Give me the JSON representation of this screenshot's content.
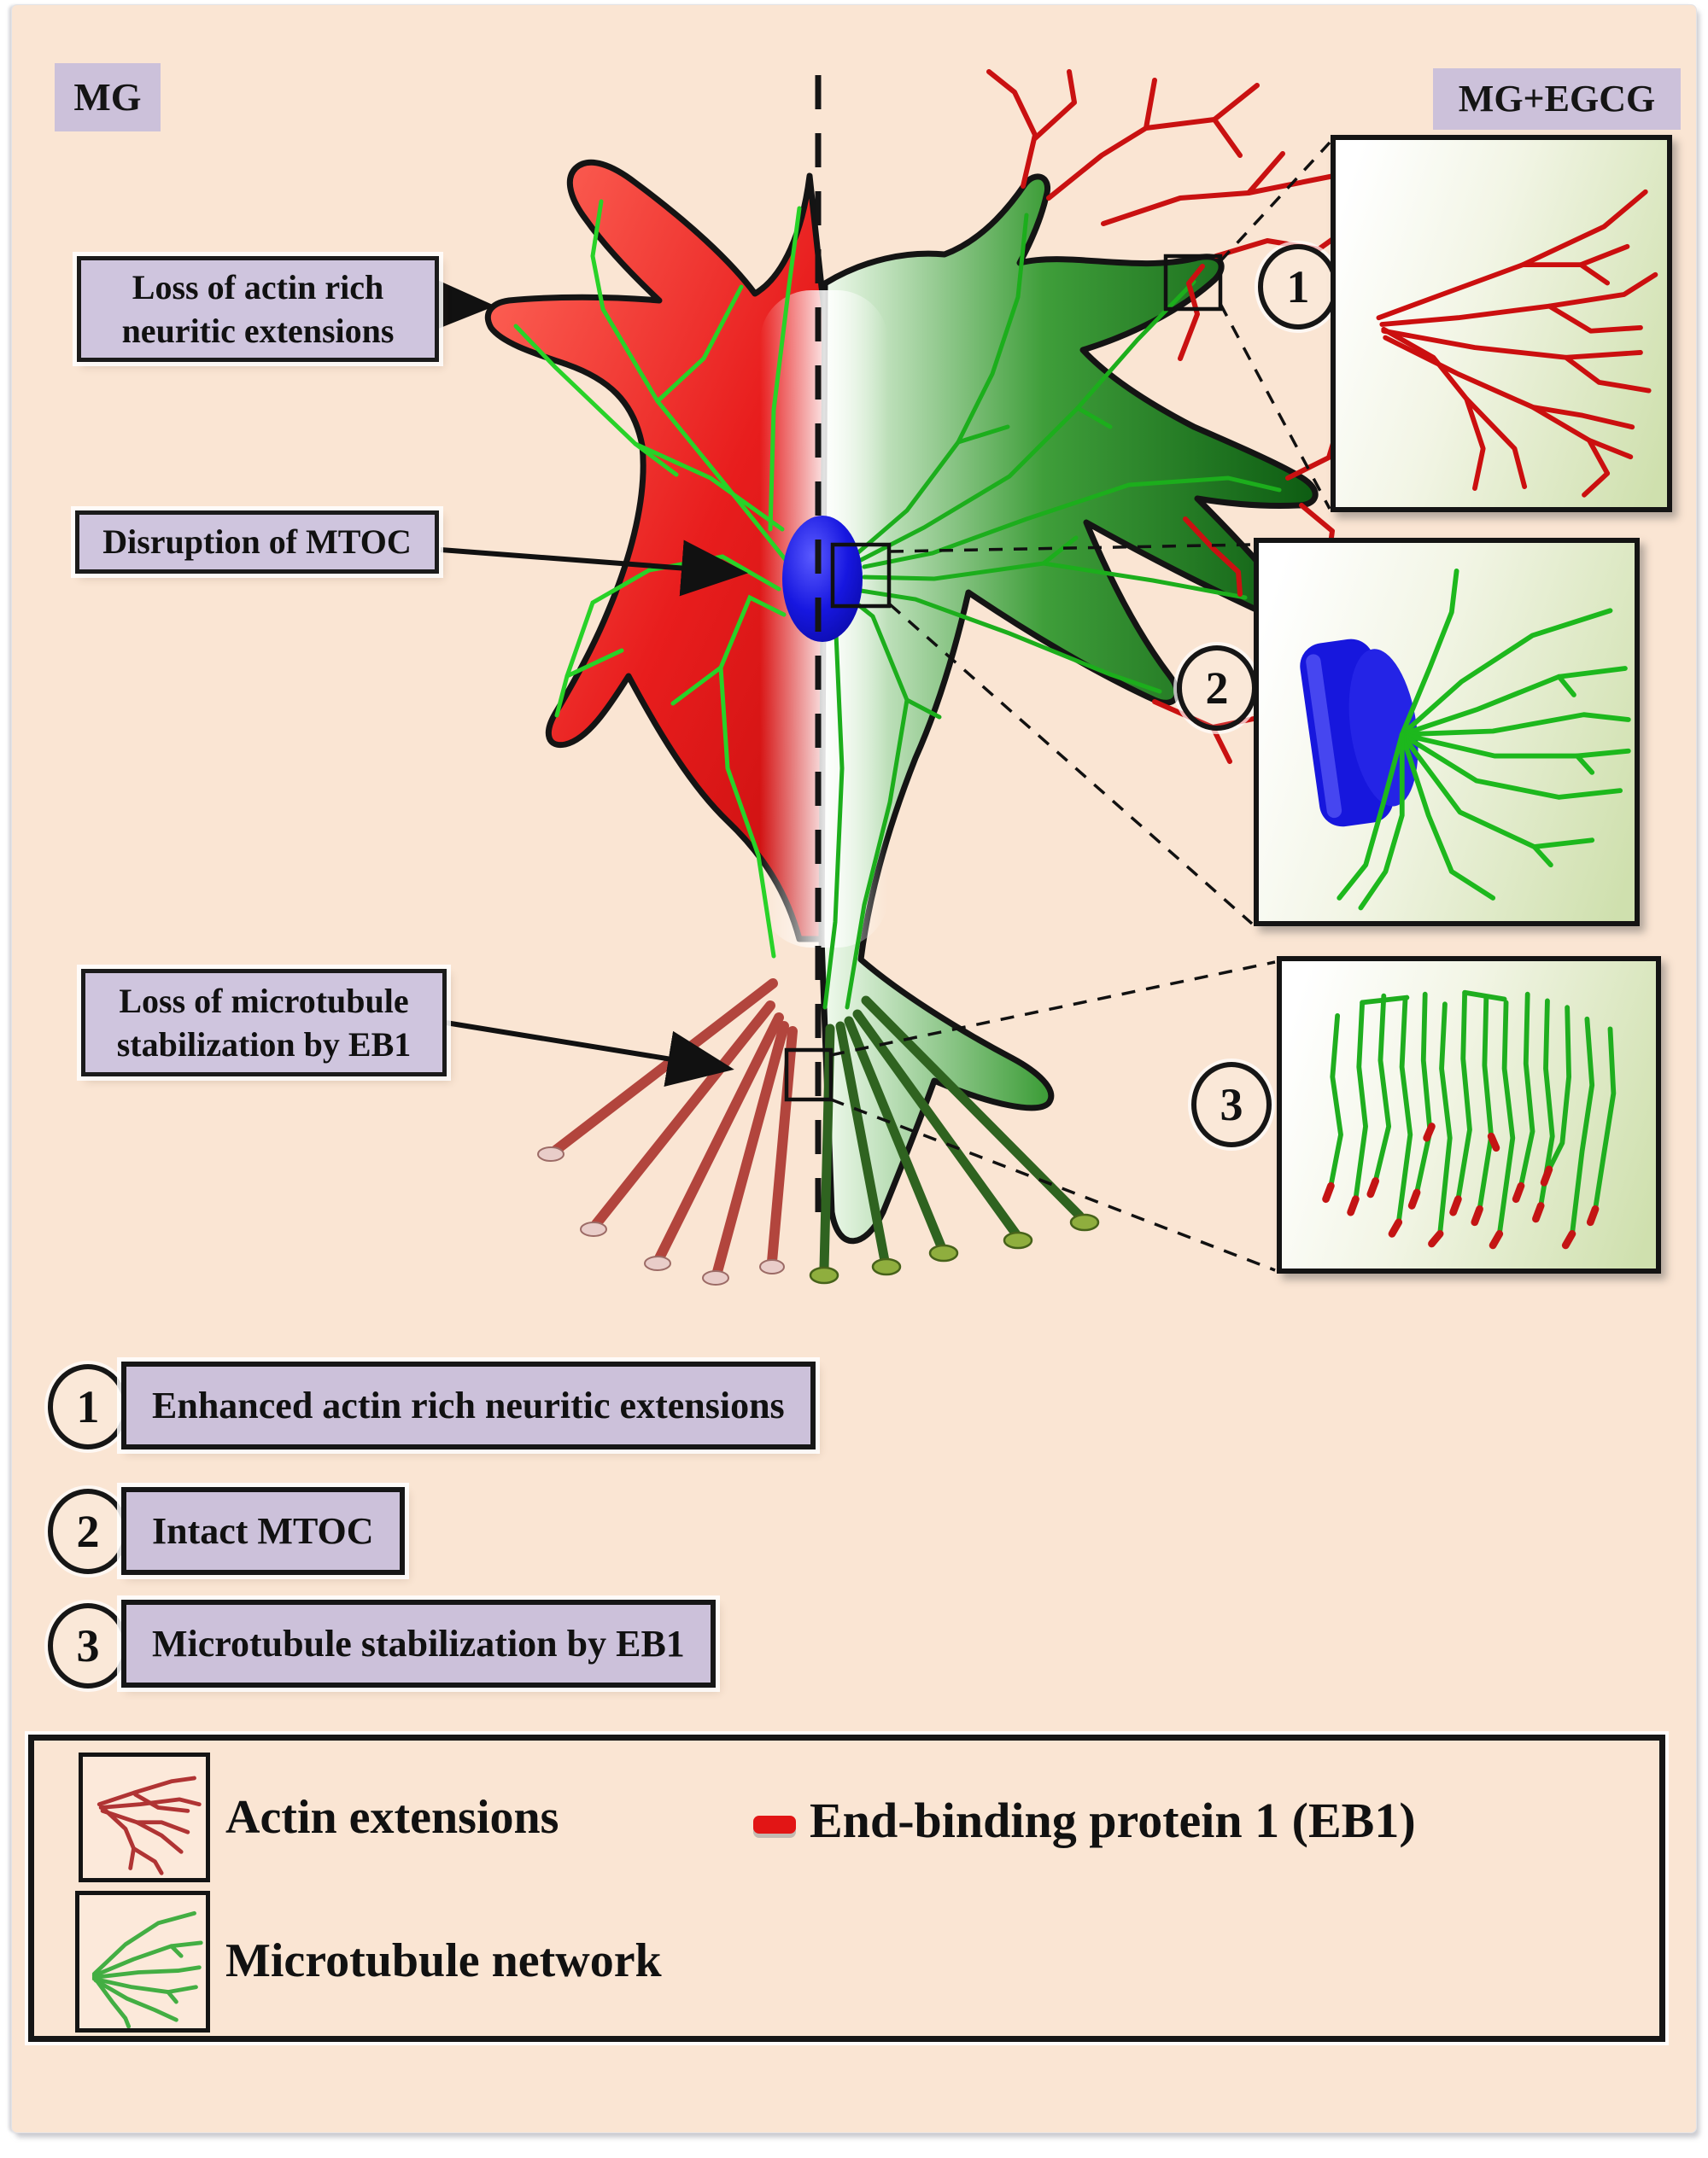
{
  "figure": {
    "left_condition": "MG",
    "right_condition": "MG+EGCG"
  },
  "callouts": [
    {
      "text": "Loss of actin rich neuritic extensions"
    },
    {
      "text": "Disruption of MTOC"
    },
    {
      "text": "Loss of microtubule stabilization by EB1"
    }
  ],
  "insets": [
    {
      "number": "1"
    },
    {
      "number": "2"
    },
    {
      "number": "3"
    }
  ],
  "findings": [
    {
      "number": "1",
      "label": "Enhanced actin rich neuritic extensions"
    },
    {
      "number": "2",
      "label": "Intact MTOC"
    },
    {
      "number": "3",
      "label": "Microtubule stabilization by EB1"
    }
  ],
  "legend": {
    "actin_label": "Actin extensions",
    "microtubule_label": "Microtubule network",
    "eb1_label": "End-binding protein 1 (EB1)"
  },
  "colors": {
    "background": "#fae5d3",
    "label_box": "#ccc1da",
    "actin_red": "#c91111",
    "microtubule_green": "#21b521",
    "mtoc_blue": "#1616d8",
    "cell_red": "#e31d1d",
    "cell_green": "#2e8f2e",
    "inset_green_tint": "#cfe0ae"
  }
}
